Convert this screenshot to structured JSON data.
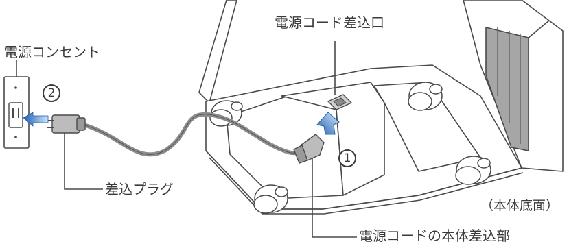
{
  "labels": {
    "outlet": "電源コンセント",
    "inlet": "電源コード差込口",
    "plug": "差込プラグ",
    "connector": "電源コードの本体差込部",
    "view_note": "（本体底面）"
  },
  "steps": {
    "one": "1",
    "two": "2"
  },
  "colors": {
    "line": "#4a4a4a",
    "unit_fill": "#ffffff",
    "unit_back": "#a6a6a6",
    "arrow": "#2f7fd0",
    "cord": "#8c8c8c"
  }
}
